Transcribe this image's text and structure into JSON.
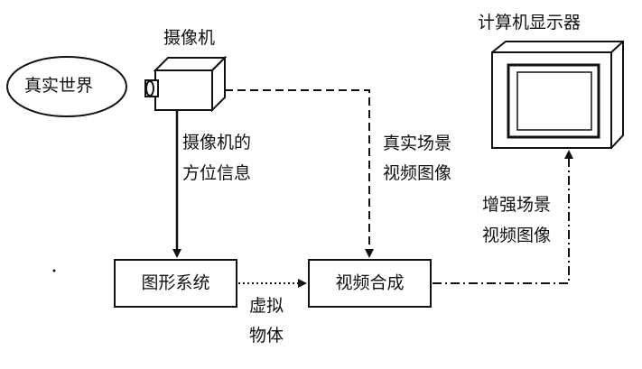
{
  "nodes": {
    "real_world": "真实世界",
    "camera": "摄像机",
    "graphics_system": "图形系统",
    "video_composition": "视频合成",
    "monitor": "计算机显示器"
  },
  "edges": {
    "camera_pose": [
      "摄像机的",
      "方位信息"
    ],
    "real_scene_video": [
      "真实场景",
      "视频图像"
    ],
    "virtual_object": [
      "虚拟",
      "物体"
    ],
    "augmented_scene_video": [
      "增强场景",
      "视频图像"
    ]
  }
}
